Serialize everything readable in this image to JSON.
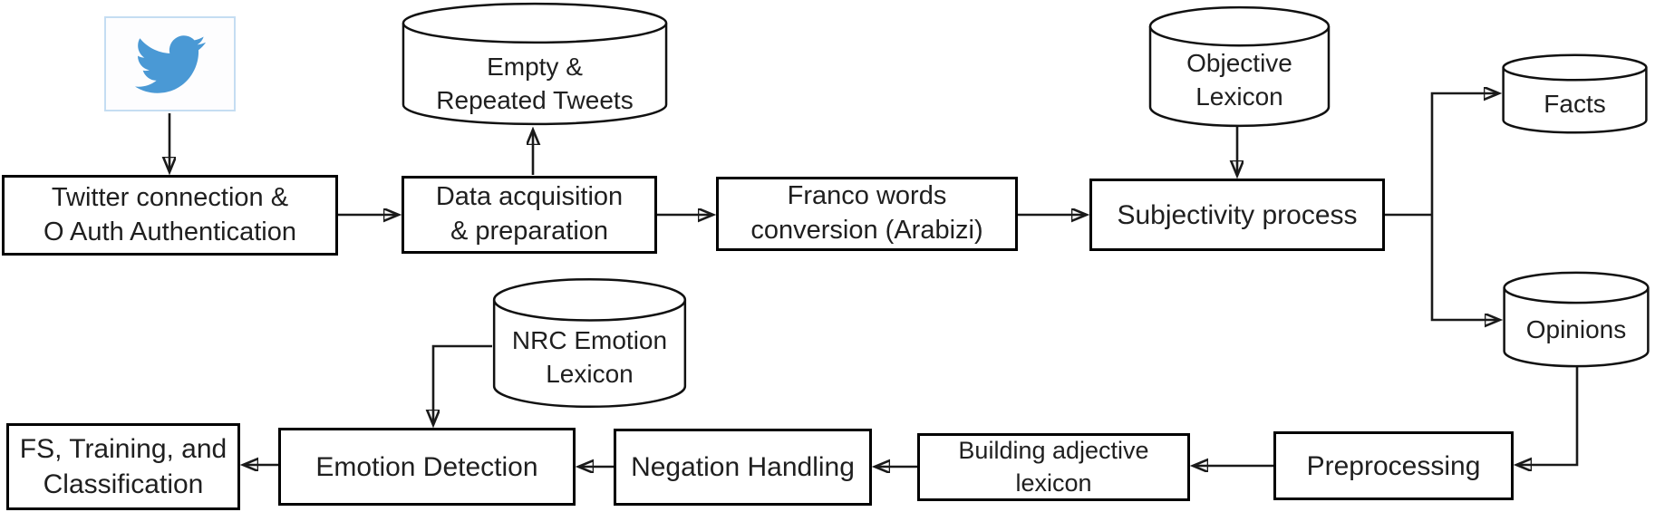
{
  "diagram": {
    "description": "Flowchart of a tweet emotion-detection pipeline",
    "colors": {
      "twitter_blue": "#4a99d5",
      "twitter_frame_border": "#c5ddf2",
      "line_stroke": "#1a1a1a",
      "box_border": "#000000",
      "text": "#1f1f1f",
      "background": "#ffffff"
    },
    "nodes": {
      "twitter_icon": {
        "type": "icon",
        "icon": "twitter-bird-icon"
      },
      "twitter_auth": {
        "type": "process",
        "label": "Twitter connection &\nO Auth Authentication"
      },
      "data_acquisition": {
        "type": "process",
        "label": "Data acquisition\n& preparation"
      },
      "franco_words": {
        "type": "process",
        "label": "Franco words\nconversion (Arabizi)"
      },
      "subjectivity": {
        "type": "process",
        "label": "Subjectivity process"
      },
      "fs_training": {
        "type": "process",
        "label": "FS, Training, and\nClassification"
      },
      "emotion_detection": {
        "type": "process",
        "label": "Emotion Detection"
      },
      "negation_handling": {
        "type": "process",
        "label": "Negation Handling"
      },
      "building_adjective": {
        "type": "process",
        "label": "Building adjective\nlexicon"
      },
      "preprocessing": {
        "type": "process",
        "label": "Preprocessing"
      },
      "empty_repeated_tweets": {
        "type": "datastore",
        "label": "Empty &\nRepeated Tweets"
      },
      "objective_lexicon": {
        "type": "datastore",
        "label": "Objective\nLexicon"
      },
      "facts": {
        "type": "datastore",
        "label": "Facts"
      },
      "opinions": {
        "type": "datastore",
        "label": "Opinions"
      },
      "nrc_emotion_lexicon": {
        "type": "datastore",
        "label": "NRC Emotion\nLexicon"
      }
    },
    "edges": [
      {
        "from": "twitter_icon",
        "to": "twitter_auth"
      },
      {
        "from": "twitter_auth",
        "to": "data_acquisition"
      },
      {
        "from": "data_acquisition",
        "to": "empty_repeated_tweets"
      },
      {
        "from": "data_acquisition",
        "to": "franco_words"
      },
      {
        "from": "franco_words",
        "to": "subjectivity"
      },
      {
        "from": "objective_lexicon",
        "to": "subjectivity"
      },
      {
        "from": "subjectivity",
        "to": "facts"
      },
      {
        "from": "subjectivity",
        "to": "opinions"
      },
      {
        "from": "opinions",
        "to": "preprocessing"
      },
      {
        "from": "preprocessing",
        "to": "building_adjective"
      },
      {
        "from": "building_adjective",
        "to": "negation_handling"
      },
      {
        "from": "negation_handling",
        "to": "emotion_detection"
      },
      {
        "from": "nrc_emotion_lexicon",
        "to": "emotion_detection"
      },
      {
        "from": "emotion_detection",
        "to": "fs_training"
      }
    ]
  }
}
